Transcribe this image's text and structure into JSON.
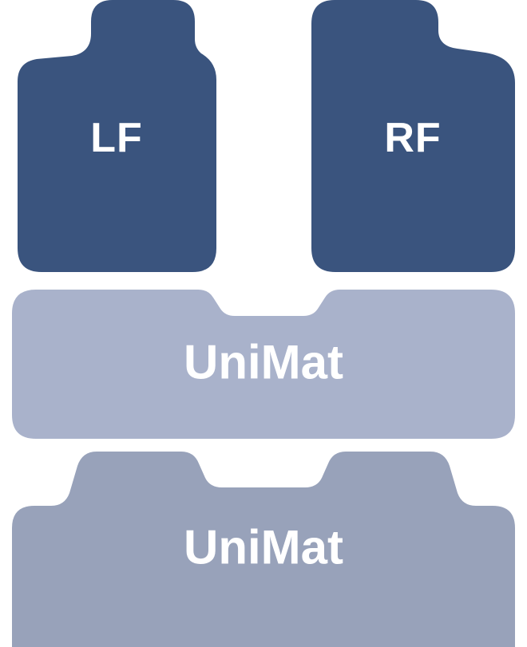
{
  "diagram": {
    "background": "#ffffff",
    "mats": {
      "left_front": {
        "label": "LF",
        "color": "#3a547e"
      },
      "right_front": {
        "label": "RF",
        "color": "#3a547e"
      },
      "middle_unimat": {
        "label": "UniMat",
        "color": "#a9b2cb"
      },
      "rear_unimat": {
        "label": "UniMat",
        "color": "#98a2ba"
      }
    }
  }
}
